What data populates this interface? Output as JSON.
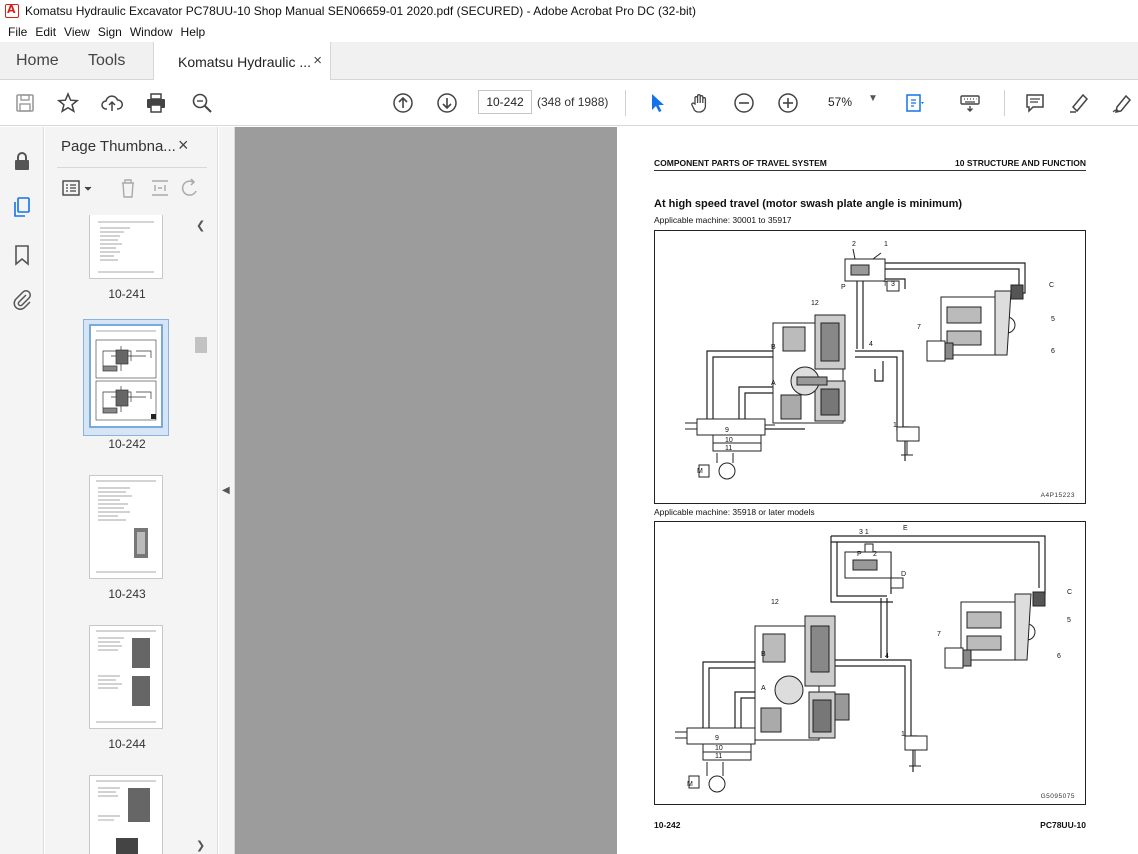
{
  "window": {
    "title": "Komatsu Hydraulic Excavator PC78UU-10 Shop Manual SEN06659-01 2020.pdf (SECURED) - Adobe Acrobat Pro DC (32-bit)"
  },
  "menu": [
    "File",
    "Edit",
    "View",
    "Sign",
    "Window",
    "Help"
  ],
  "tabs": {
    "home": "Home",
    "tools": "Tools",
    "document": "Komatsu Hydraulic ...",
    "close": "×"
  },
  "toolbar": {
    "page_value": "10-242",
    "page_count": "(348 of 1988)",
    "zoom": "57%",
    "zoom_caret": "▼"
  },
  "thumbnails": {
    "title": "Page Thumbna...",
    "close": "×",
    "items": [
      {
        "label": "10-241",
        "selected": false
      },
      {
        "label": "10-242",
        "selected": true
      },
      {
        "label": "10-243",
        "selected": false
      },
      {
        "label": "10-244",
        "selected": false
      },
      {
        "label": "",
        "selected": false
      }
    ]
  },
  "page": {
    "header_left": "COMPONENT PARTS OF TRAVEL SYSTEM",
    "header_right": "10 STRUCTURE AND FUNCTION",
    "heading": "At high speed travel (motor swash plate angle is minimum)",
    "applicable_1": "Applicable machine: 30001 to 35917",
    "applicable_2": "Applicable machine: 35918 or later models",
    "diagram1_code": "A4P15223",
    "diagram2_code": "G5095075",
    "footer_left": "10-242",
    "footer_right": "PC78UU-10"
  },
  "colors": {
    "accent_blue": "#1473e6",
    "doc_bg": "#9c9c9c",
    "acrobat_red": "#d6231e"
  }
}
